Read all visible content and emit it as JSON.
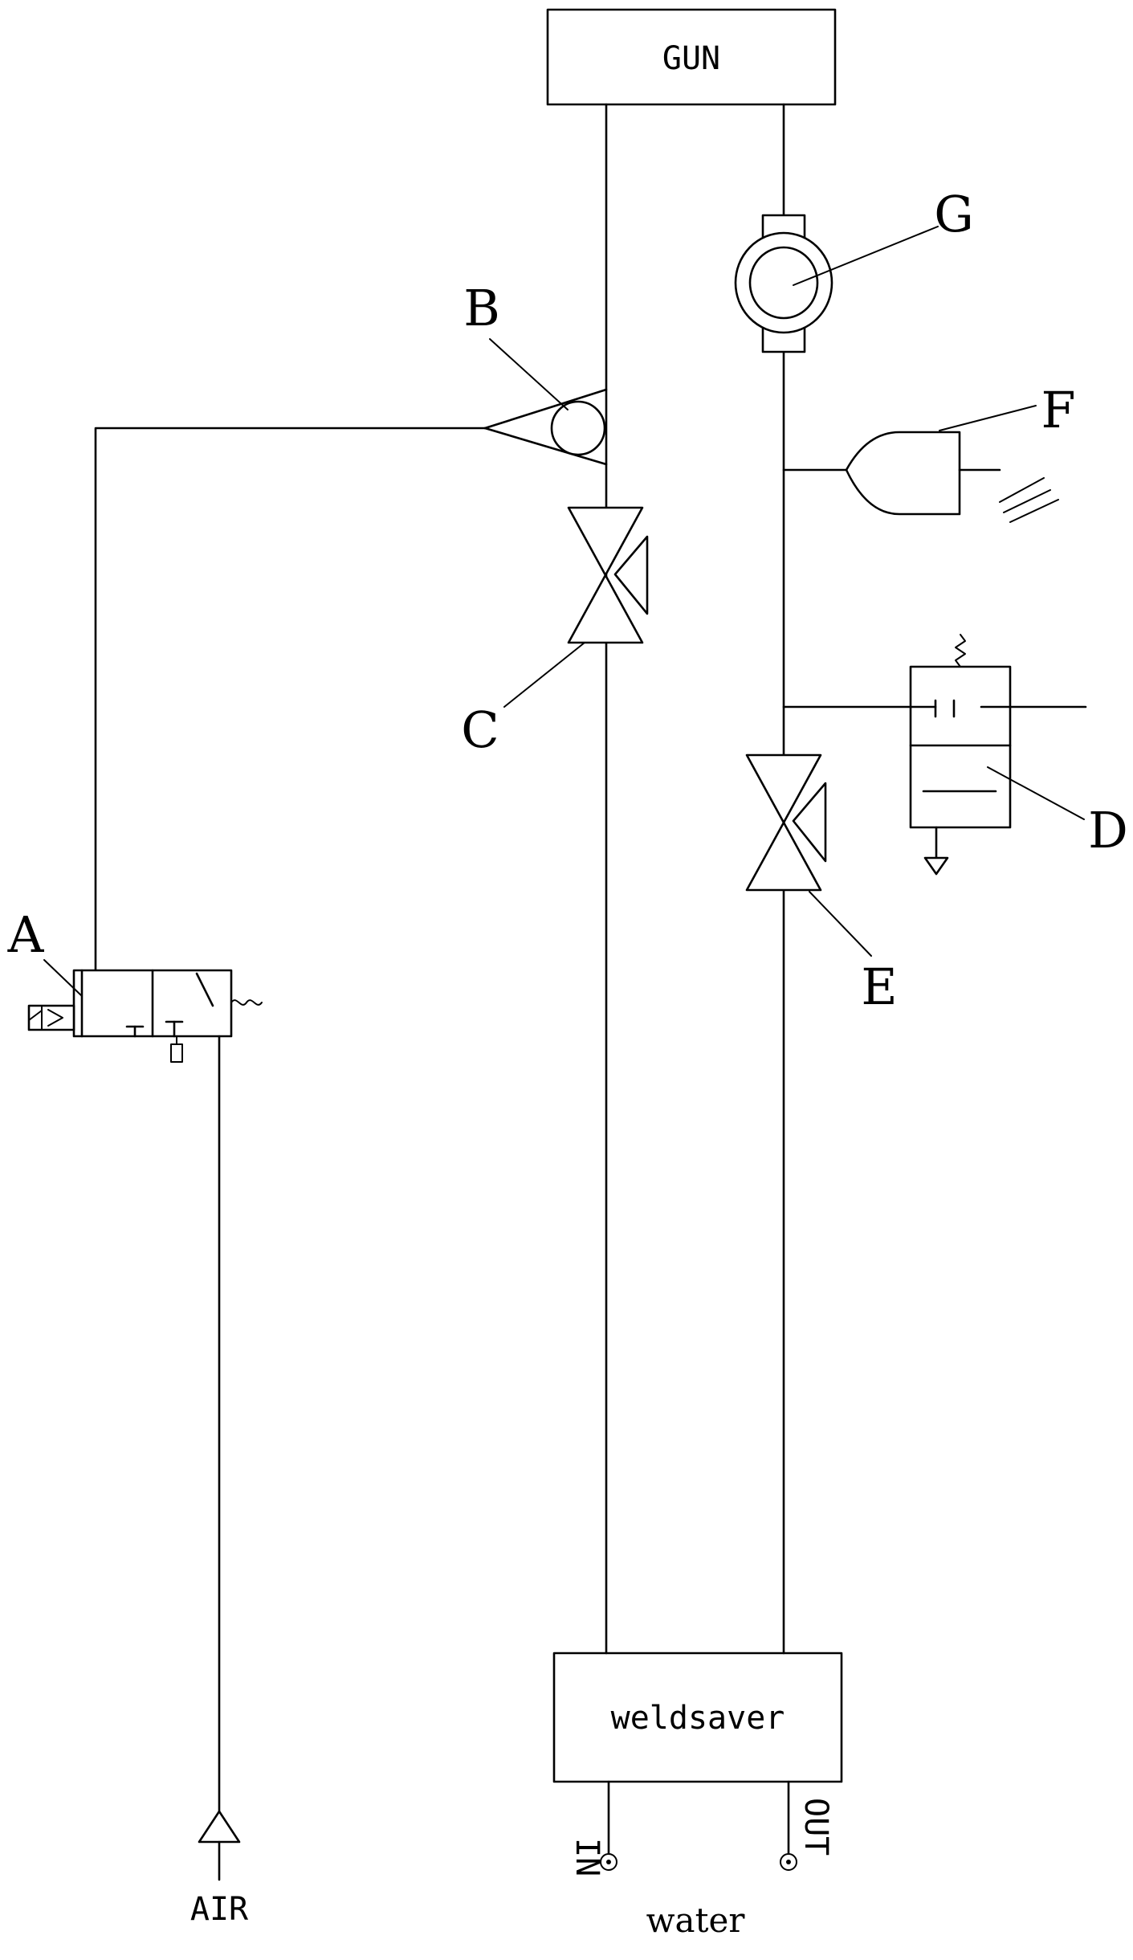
{
  "gun_label": "GUN",
  "weldsaver_label": "weldsaver",
  "air_label": "AIR",
  "in_label": "IN",
  "out_label": "OUT",
  "water_label": "water",
  "component_labels": {
    "a": "A",
    "b": "B",
    "c": "C",
    "d": "D",
    "e": "E",
    "f": "F",
    "g": "G"
  }
}
